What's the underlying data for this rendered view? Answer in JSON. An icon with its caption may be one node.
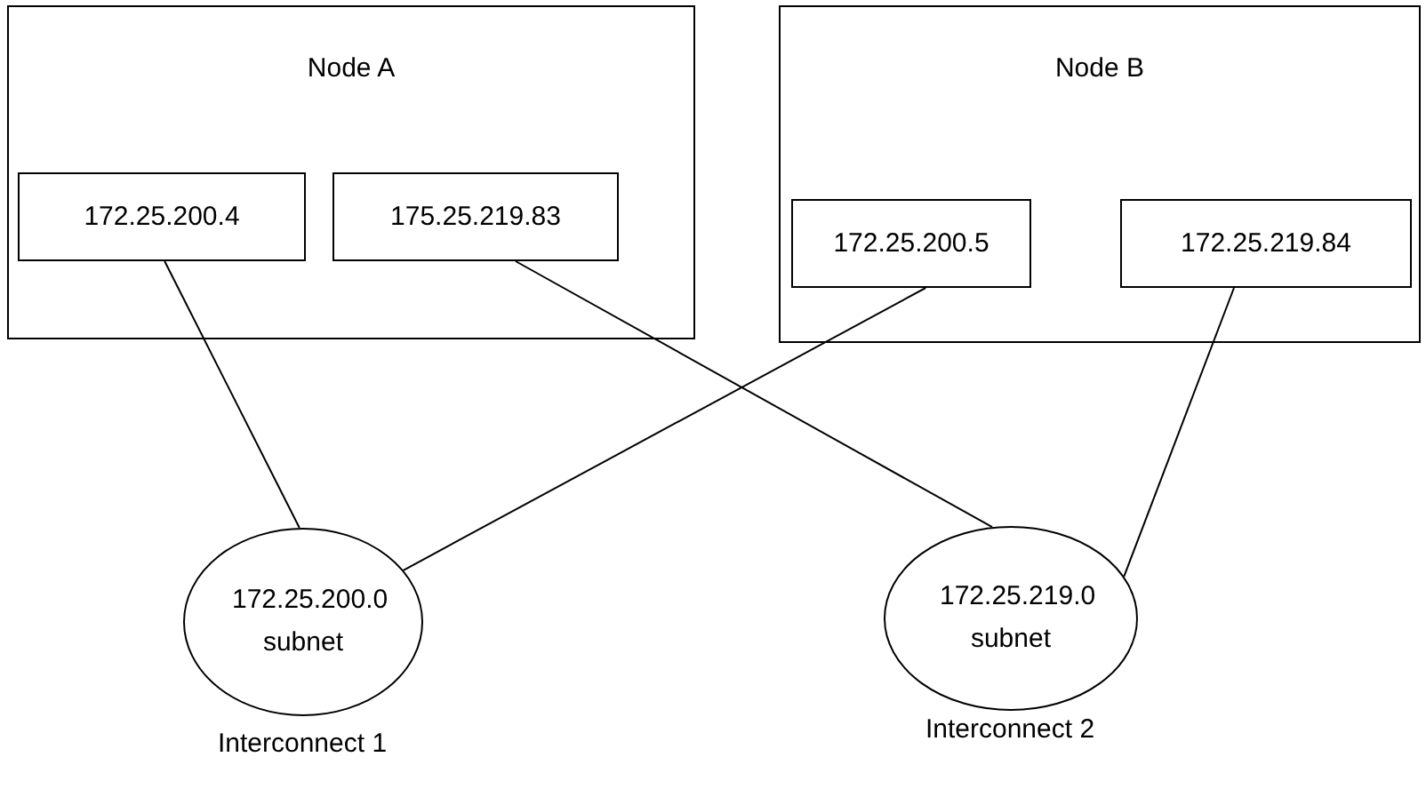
{
  "diagram": {
    "nodes": [
      {
        "text": [
          "Node A"
        ]
      },
      {
        "text": [
          "172.25.200.4"
        ],
        "in": 0
      },
      {
        "text": [
          "175.25.219.83"
        ],
        "in": 0
      },
      {
        "text": [
          "Node B"
        ]
      },
      {
        "text": [
          "172.25.200.5"
        ],
        "in": 3
      },
      {
        "text": [
          "172.25.219.84"
        ],
        "in": 3
      },
      {
        "text": [
          "172.25.200.0 subnet"
        ],
        "beside": [
          "Interconnect 1"
        ]
      },
      {
        "text": [
          "172.25.219.0 subnet"
        ],
        "beside": [
          "Interconnect 2"
        ]
      }
    ],
    "edges": [
      {
        "from": 1,
        "to": 6,
        "arrow": "none"
      },
      {
        "from": 4,
        "to": 6,
        "arrow": "none"
      },
      {
        "from": 2,
        "to": 7,
        "arrow": "none"
      },
      {
        "from": 5,
        "to": 7,
        "arrow": "none"
      }
    ]
  }
}
